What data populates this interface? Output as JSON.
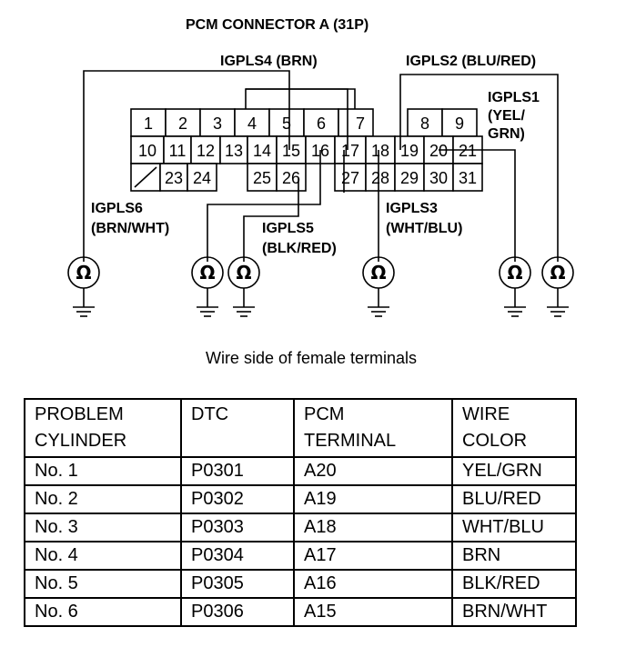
{
  "title": "PCM CONNECTOR A (31P)",
  "caption": "Wire side of female terminals",
  "terminals": {
    "row1": [
      "1",
      "2",
      "3",
      "4",
      "5",
      "6",
      "7",
      "8",
      "9"
    ],
    "row2": [
      "10",
      "11",
      "12",
      "13",
      "14",
      "15",
      "16",
      "17",
      "18",
      "19",
      "20",
      "21"
    ],
    "row3": [
      "23",
      "24",
      "25",
      "26",
      "27",
      "28",
      "29",
      "30",
      "31"
    ]
  },
  "wire_labels": {
    "igpls4": "IGPLS4 (BRN)",
    "igpls2": "IGPLS2 (BLU/RED)",
    "igpls1_line1": "IGPLS1",
    "igpls1_line2": "(YEL/",
    "igpls1_line3": "GRN)",
    "igpls6_line1": "IGPLS6",
    "igpls6_line2": "(BRN/WHT)",
    "igpls5_line1": "IGPLS5",
    "igpls5_line2": "(BLK/RED)",
    "igpls3_line1": "IGPLS3",
    "igpls3_line2": "(WHT/BLU)"
  },
  "meter_symbol": "Ω",
  "table": {
    "headers": [
      {
        "line1": "PROBLEM",
        "line2": "CYLINDER"
      },
      {
        "line1": "DTC",
        "line2": ""
      },
      {
        "line1": "PCM",
        "line2": "TERMINAL"
      },
      {
        "line1": "WIRE",
        "line2": "COLOR"
      }
    ],
    "rows": [
      {
        "cylinder": "No. 1",
        "dtc": "P0301",
        "terminal": "A20",
        "color": "YEL/GRN"
      },
      {
        "cylinder": "No. 2",
        "dtc": "P0302",
        "terminal": "A19",
        "color": "BLU/RED"
      },
      {
        "cylinder": "No. 3",
        "dtc": "P0303",
        "terminal": "A18",
        "color": "WHT/BLU"
      },
      {
        "cylinder": "No. 4",
        "dtc": "P0304",
        "terminal": "A17",
        "color": "BRN"
      },
      {
        "cylinder": "No. 5",
        "dtc": "P0305",
        "terminal": "A16",
        "color": "BLK/RED"
      },
      {
        "cylinder": "No. 6",
        "dtc": "P0306",
        "terminal": "A15",
        "color": "BRN/WHT"
      }
    ]
  }
}
